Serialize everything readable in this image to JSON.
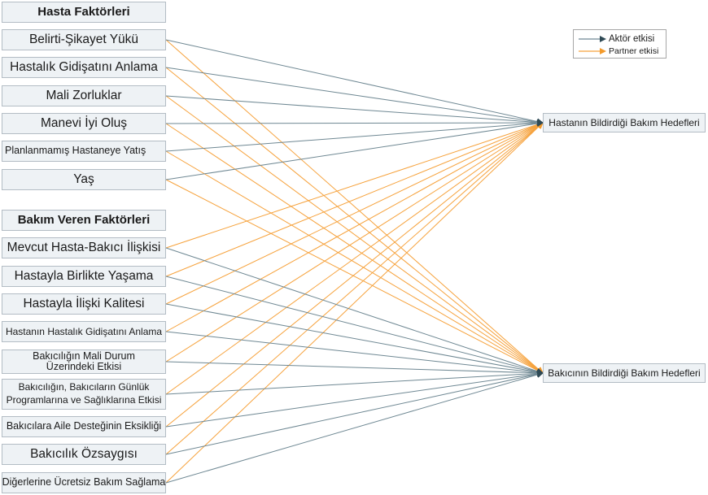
{
  "groups": {
    "patient_header": "Hasta Faktörleri",
    "caregiver_header": "Bakım Veren Faktörleri"
  },
  "patient_factors": [
    "Belirti-Şikayet Yükü",
    "Hastalık Gidişatını Anlama",
    "Mali Zorluklar",
    "Manevi İyi Oluş",
    "Planlanmamış Hastaneye Yatış",
    "Yaş"
  ],
  "caregiver_factors": [
    "Mevcut Hasta-Bakıcı İlişkisi",
    "Hastayla Birlikte Yaşama",
    "Hastayla İlişki Kalitesi",
    "Hastanın Hastalık Gidişatını Anlama",
    "Bakıcılığın Mali Durum Üzerindeki Etkisi",
    "Bakıcılığın, Bakıcıların Günlük Programlarına ve Sağlıklarına Etkisi",
    "Bakıcılara Aile Desteğinin Eksikliği",
    "Bakıcılık Özsaygısı",
    "Diğerlerine Ücretsiz Bakım Sağlama"
  ],
  "outcomes": {
    "patient_goals": "Hastanın Bildirdiği Bakım Hedefleri",
    "caregiver_goals": "Bakıcının Bildirdiği Bakım Hedefleri"
  },
  "legend": {
    "actor": "Aktör etkisi",
    "partner": "Partner etkisi"
  },
  "colors": {
    "actor": "#6f8893",
    "partner": "#f6a23c"
  }
}
